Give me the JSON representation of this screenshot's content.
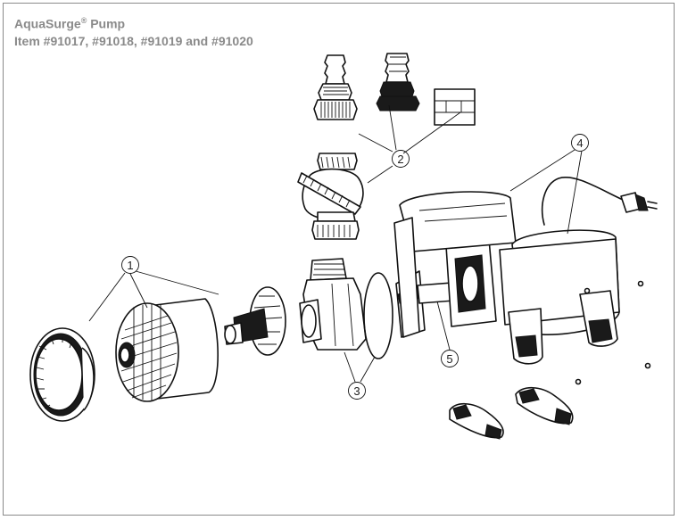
{
  "header": {
    "title_line1": "AquaSurge",
    "registered_mark": "®",
    "title_line1_suffix": " Pump",
    "title_line2": "Item #91017, #91018, #91019 and #91020"
  },
  "callouts": {
    "c1": "1",
    "c2": "2",
    "c3": "3",
    "c4": "4",
    "c5": "5"
  }
}
